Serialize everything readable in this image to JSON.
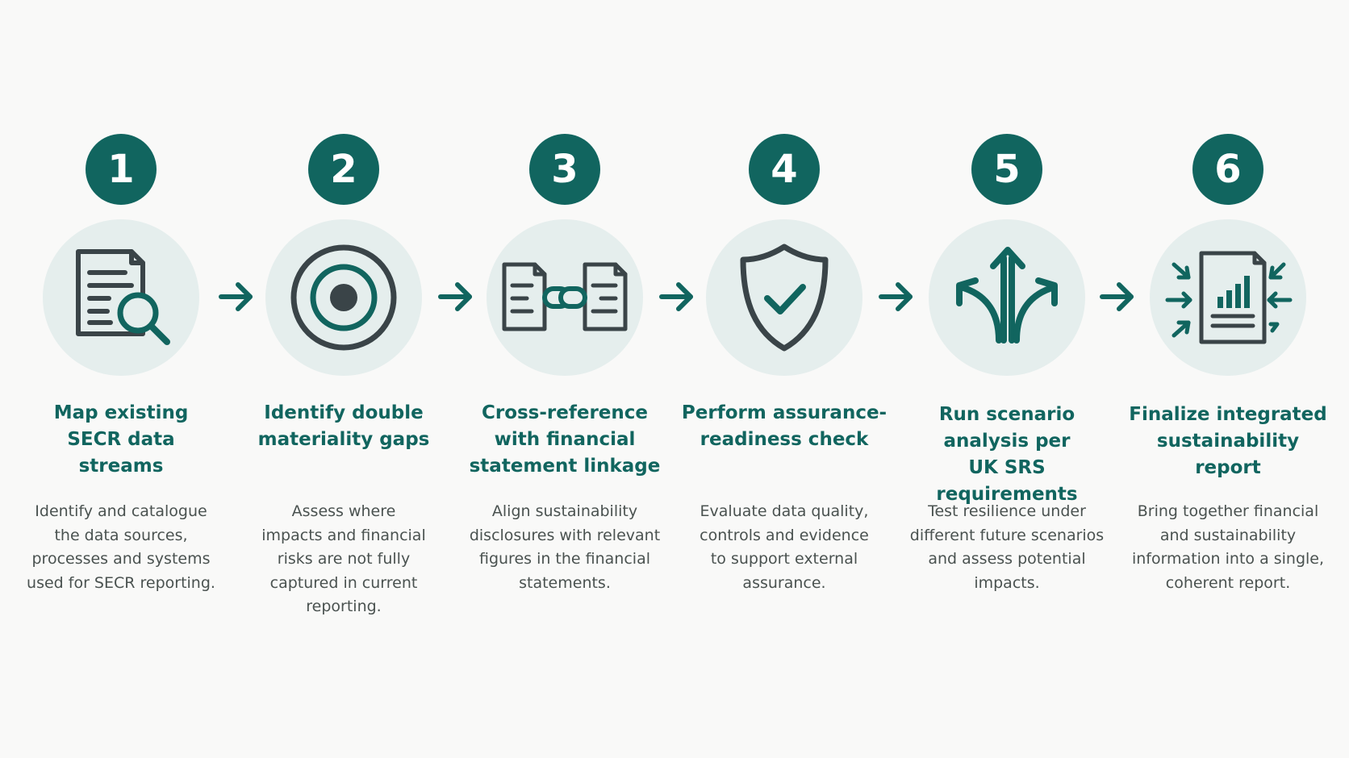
{
  "steps": [
    {
      "number": "1",
      "title": "Map existing\nSECR data\nstreams",
      "description": "Identify and catalogue\nthe data sources,\nprocesses and systems\nused for SECR reporting.",
      "icon": "document-search-icon"
    },
    {
      "number": "2",
      "title": "Identify double\nmateriality gaps",
      "description": "Assess where\nimpacts and financial\nrisks are not fully\ncaptured in current\nreporting.",
      "icon": "target-icon"
    },
    {
      "number": "3",
      "title": "Cross-reference\nwith financial\nstatement linkage",
      "description": "Align sustainability\ndisclosures with relevant\nfigures in the financial\nstatements.",
      "icon": "linked-documents-icon"
    },
    {
      "number": "4",
      "title": "Perform assurance-\nreadiness check",
      "description": "Evaluate data quality,\ncontrols and evidence\nto support external\nassurance.",
      "icon": "shield-check-icon"
    },
    {
      "number": "5",
      "title": "Run scenario\nanalysis per\nUK SRS requirements",
      "description": "Test resilience under\ndifferent future scenarios\nand assess potential\nimpacts.",
      "icon": "branching-arrows-icon"
    },
    {
      "number": "6",
      "title": "Finalize integrated\nsustainability report",
      "description": "Bring together financial\nand sustainability\ninformation into a single,\ncoherent report.",
      "icon": "integrated-report-icon"
    }
  ],
  "connector_icon": "arrow-right-icon",
  "colors": {
    "accent": "#11655f",
    "icon_dark": "#3a4448",
    "disc": "#e5eeed",
    "text": "#4a5250",
    "background": "#f9f9f8"
  }
}
